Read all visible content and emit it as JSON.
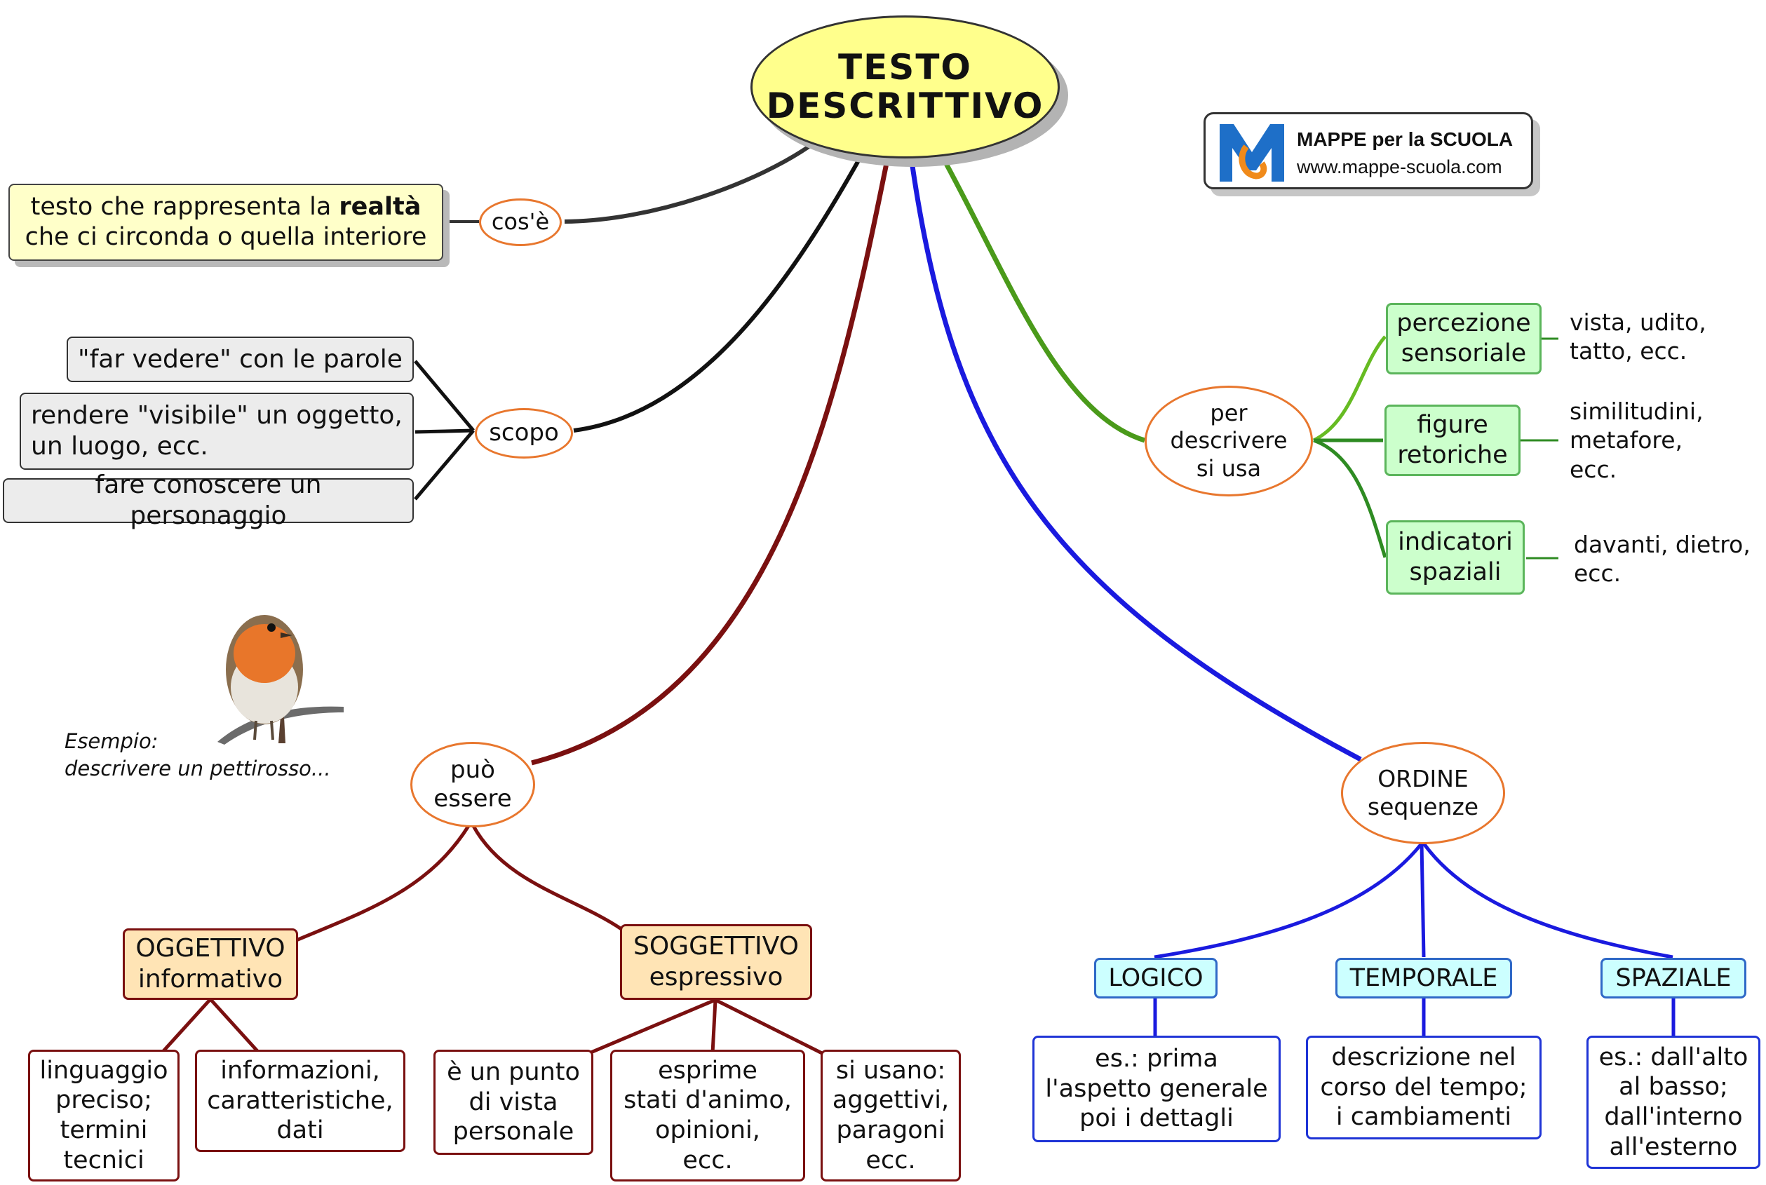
{
  "root": {
    "line1": "TESTO",
    "line2": "DESCRITTIVO"
  },
  "logo": {
    "title": "MAPPE per la SCUOLA",
    "url": "www.mappe-scuola.com"
  },
  "cose": {
    "label": "cos'è",
    "definition": {
      "text_before": "testo che rappresenta la ",
      "bold": "realtà",
      "line2": "che ci circonda o quella interiore"
    }
  },
  "scopo": {
    "label": "scopo",
    "items": [
      {
        "line1": "\"far vedere\" con le parole",
        "line2": ""
      },
      {
        "line1": "rendere \"visibile\" un oggetto,",
        "line2": "un luogo, ecc."
      },
      {
        "line1": "fare conoscere un personaggio",
        "line2": ""
      }
    ]
  },
  "per_descrivere": {
    "label": {
      "line1": "per",
      "line2": "descrivere",
      "line3": "si usa"
    },
    "items": [
      {
        "line1": "percezione",
        "line2": "sensoriale",
        "note1": "vista, udito,",
        "note2": "tatto, ecc.",
        "note3": ""
      },
      {
        "line1": "figure",
        "line2": "retoriche",
        "note1": "similitudini,",
        "note2": "metafore,",
        "note3": "ecc."
      },
      {
        "line1": "indicatori",
        "line2": "spaziali",
        "note1": "davanti, dietro,",
        "note2": "ecc.",
        "note3": ""
      }
    ]
  },
  "example": {
    "line1": "Esempio:",
    "line2": "descrivere un pettirosso..."
  },
  "puo_essere": {
    "label": {
      "line1": "può",
      "line2": "essere"
    },
    "oggettivo": {
      "line1": "OGGETTIVO",
      "line2": "informativo",
      "children": [
        {
          "lines": [
            "linguaggio",
            "preciso;",
            "termini",
            "tecnici"
          ]
        },
        {
          "lines": [
            "informazioni,",
            "caratteristiche,",
            "dati"
          ]
        }
      ]
    },
    "soggettivo": {
      "line1": "SOGGETTIVO",
      "line2": "espressivo",
      "children": [
        {
          "lines": [
            "è un punto",
            "di vista",
            "personale"
          ]
        },
        {
          "lines": [
            "esprime",
            "stati d'animo,",
            "opinioni,",
            "ecc."
          ]
        },
        {
          "lines": [
            "si usano:",
            "aggettivi,",
            "paragoni",
            "ecc."
          ]
        }
      ]
    }
  },
  "ordine": {
    "label": {
      "line1": "ORDINE",
      "line2": "sequenze"
    },
    "items": [
      {
        "label": "LOGICO",
        "lines": [
          "es.: prima",
          "l'aspetto generale",
          "poi i dettagli"
        ]
      },
      {
        "label": "TEMPORALE",
        "lines": [
          "descrizione nel",
          "corso del tempo;",
          "i cambiamenti"
        ]
      },
      {
        "label": "SPAZIALE",
        "lines": [
          "es.: dall'alto",
          "al basso;",
          "dall'interno",
          "all'esterno"
        ]
      }
    ]
  },
  "colors": {
    "orange_outline": "#e8772e",
    "dark_red": "#7a1010",
    "blue": "#1a1adf",
    "green": "#4a9a1a",
    "root_fill": "#ffff8c"
  }
}
